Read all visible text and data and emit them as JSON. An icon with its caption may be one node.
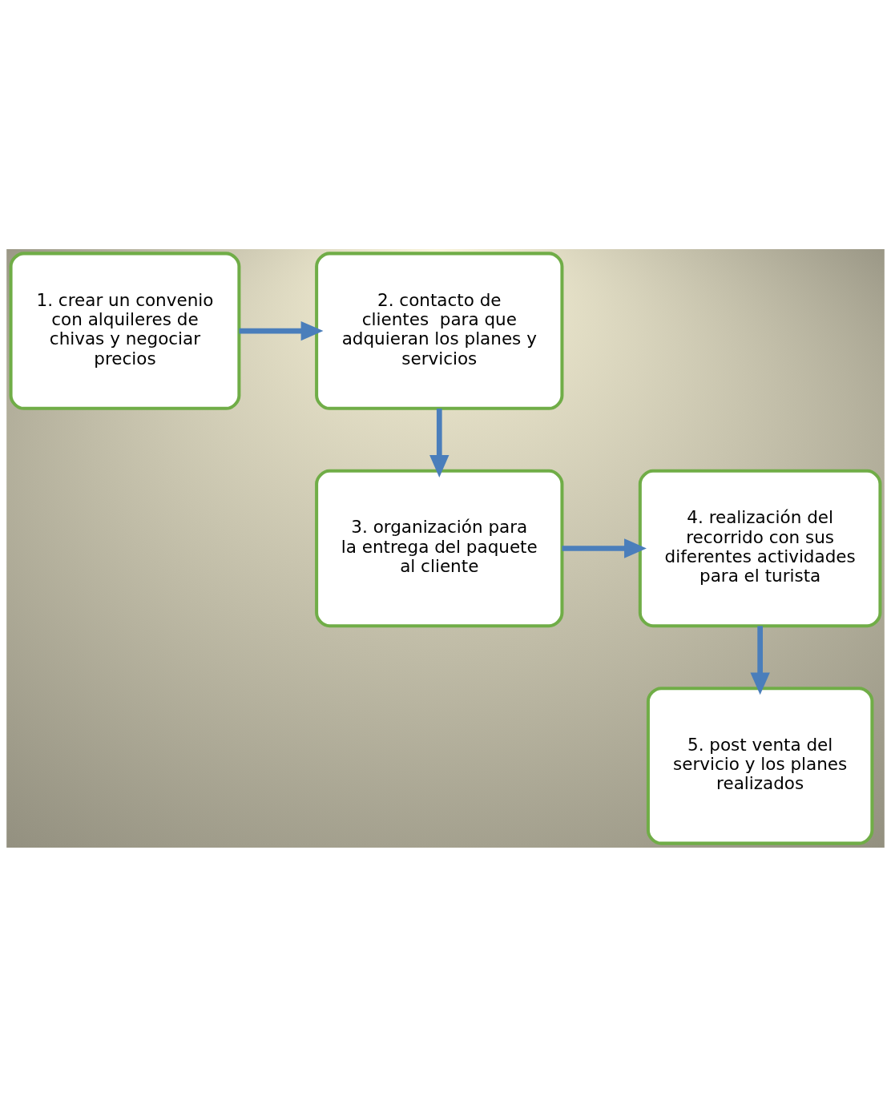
{
  "diagram": {
    "nodes": [
      {
        "text": [
          "1. crear un convenio con alquileres de chivas y negociar precios"
        ]
      },
      {
        "text": [
          "2. contacto de clientes  para que adquieran los planes y servicios"
        ]
      },
      {
        "text": [
          "3. organización para la entrega del paquete al cliente"
        ]
      },
      {
        "text": [
          "4. realización del recorrido con sus diferentes actividades para el turista"
        ]
      },
      {
        "text": [
          "5. post venta del servicio y los planes realizados"
        ]
      }
    ],
    "edges": [
      {
        "from": 0,
        "to": 1,
        "arrow": "to"
      },
      {
        "from": 1,
        "to": 2,
        "arrow": "to"
      },
      {
        "from": 2,
        "to": 3,
        "arrow": "to"
      },
      {
        "from": 3,
        "to": 4,
        "arrow": "to"
      }
    ]
  }
}
